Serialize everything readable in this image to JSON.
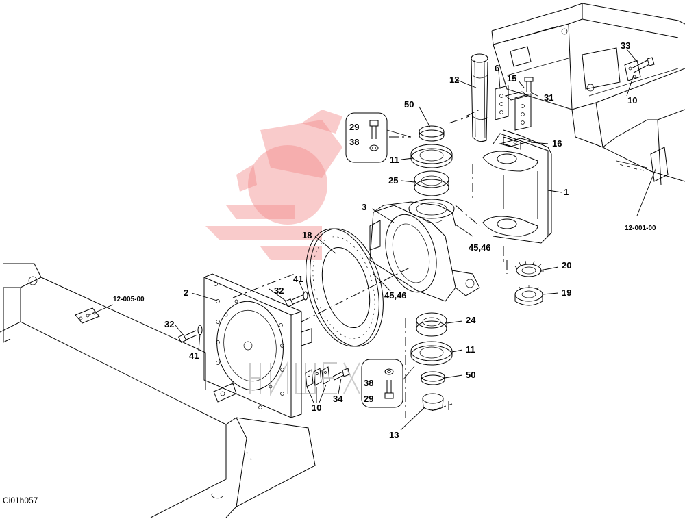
{
  "drawing": {
    "code": "Ci01h057",
    "references": {
      "frame_front": "12-005-00",
      "frame_rear": "12-001-00"
    },
    "callouts": [
      {
        "id": "c1",
        "text": "1"
      },
      {
        "id": "c2",
        "text": "2"
      },
      {
        "id": "c3",
        "text": "3"
      },
      {
        "id": "c6",
        "text": "6"
      },
      {
        "id": "c10a",
        "text": "10"
      },
      {
        "id": "c10b",
        "text": "10"
      },
      {
        "id": "c11a",
        "text": "11"
      },
      {
        "id": "c11b",
        "text": "11"
      },
      {
        "id": "c12",
        "text": "12"
      },
      {
        "id": "c13",
        "text": "13"
      },
      {
        "id": "c15",
        "text": "15"
      },
      {
        "id": "c16",
        "text": "16"
      },
      {
        "id": "c18",
        "text": "18"
      },
      {
        "id": "c19",
        "text": "19"
      },
      {
        "id": "c20",
        "text": "20"
      },
      {
        "id": "c24",
        "text": "24"
      },
      {
        "id": "c25",
        "text": "25"
      },
      {
        "id": "c29a",
        "text": "29"
      },
      {
        "id": "c29b",
        "text": "29"
      },
      {
        "id": "c31",
        "text": "31"
      },
      {
        "id": "c32a",
        "text": "32"
      },
      {
        "id": "c32b",
        "text": "32"
      },
      {
        "id": "c33",
        "text": "33"
      },
      {
        "id": "c34",
        "text": "34"
      },
      {
        "id": "c38a",
        "text": "38"
      },
      {
        "id": "c38b",
        "text": "38"
      },
      {
        "id": "c41a",
        "text": "41"
      },
      {
        "id": "c41b",
        "text": "41"
      },
      {
        "id": "c4546a",
        "text": "45,46"
      },
      {
        "id": "c4546b",
        "text": "45,46"
      },
      {
        "id": "c50a",
        "text": "50"
      },
      {
        "id": "c50b",
        "text": "50"
      }
    ]
  }
}
